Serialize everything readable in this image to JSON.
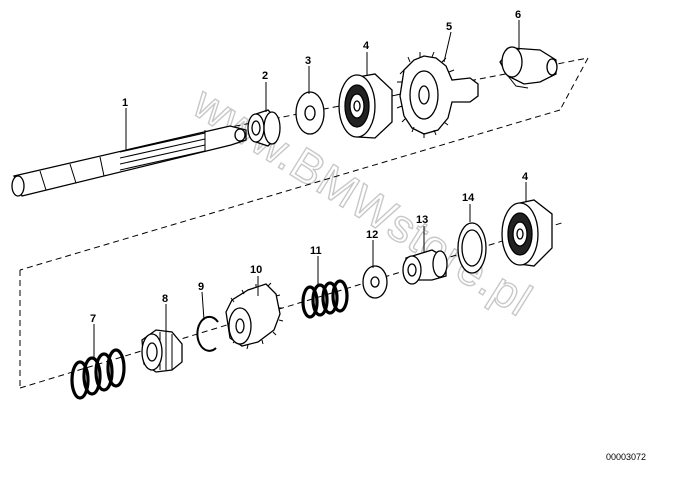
{
  "diagram": {
    "watermark": "www.BMWstore.pl",
    "drawing_number": "00003072",
    "callouts": [
      "1",
      "2",
      "3",
      "4",
      "5",
      "6",
      "4",
      "14",
      "13",
      "12",
      "11",
      "10",
      "9",
      "8",
      "7"
    ]
  }
}
